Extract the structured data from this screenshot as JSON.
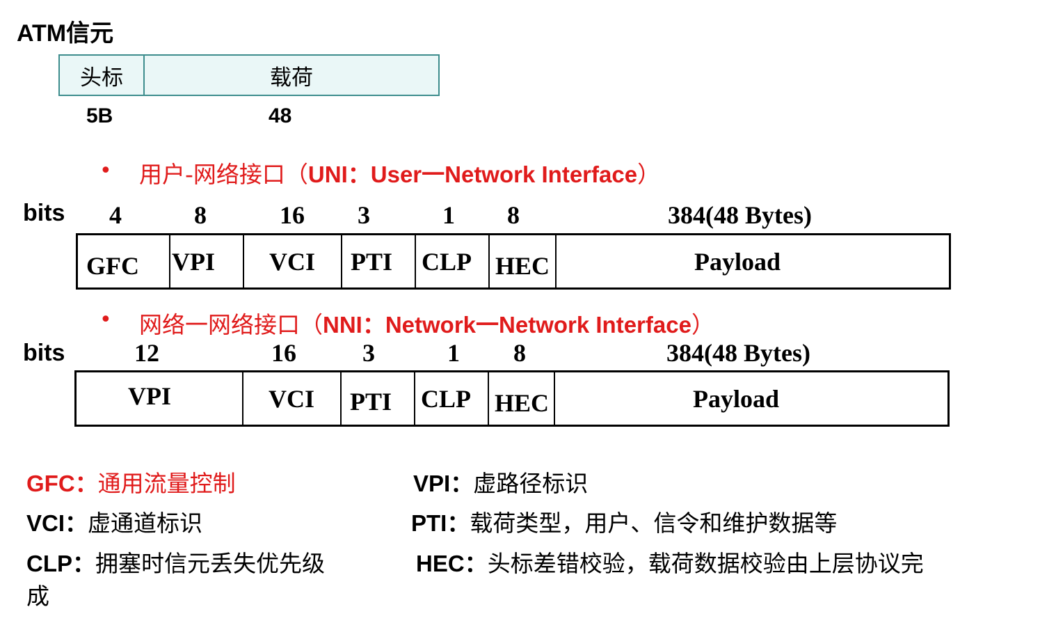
{
  "title": "ATM信元",
  "cell_overview": {
    "header_label": "头标",
    "payload_label": "载荷",
    "header_size": "5B",
    "payload_size": "48"
  },
  "uni": {
    "bullet": "•",
    "heading_cn": "用户-网络接口（",
    "heading_en": "UNI：User一Network Interface",
    "heading_close": "）",
    "bits_label": "bits",
    "fields": [
      {
        "name": "GFC",
        "bits": "4"
      },
      {
        "name": "VPI",
        "bits": "8"
      },
      {
        "name": "VCI",
        "bits": "16"
      },
      {
        "name": "PTI",
        "bits": "3"
      },
      {
        "name": "CLP",
        "bits": "1"
      },
      {
        "name": "HEC",
        "bits": "8"
      },
      {
        "name": "Payload",
        "bits": "384(48 Bytes)"
      }
    ]
  },
  "nni": {
    "bullet": "•",
    "heading_cn": "网络一网络接口（",
    "heading_en": "NNI：Network一Network Interface",
    "heading_close": "）",
    "bits_label": "bits",
    "fields": [
      {
        "name": "VPI",
        "bits": "12"
      },
      {
        "name": "VCI",
        "bits": "16"
      },
      {
        "name": "PTI",
        "bits": "3"
      },
      {
        "name": "CLP",
        "bits": "1"
      },
      {
        "name": "HEC",
        "bits": "8"
      },
      {
        "name": "Payload",
        "bits": "384(48 Bytes)"
      }
    ]
  },
  "legend": {
    "gfc_key": "GFC：",
    "gfc_desc": "通用流量控制",
    "vpi_key": "VPI：",
    "vpi_desc": "虚路径标识",
    "vci_key": "VCI：",
    "vci_desc": "虚通道标识",
    "pti_key": "PTI：",
    "pti_desc": "载荷类型，用户、信令和维护数据等",
    "clp_key": "CLP：",
    "clp_desc": "拥塞时信元丢失优先级",
    "clp_desc2": "成",
    "hec_key": "HEC：",
    "hec_desc": "头标差错校验，载荷数据校验由上层协议完"
  },
  "colors": {
    "accent_red": "#e01b1b",
    "teal_border": "#3c8c8c",
    "box_fill": "#eaf7f7"
  }
}
